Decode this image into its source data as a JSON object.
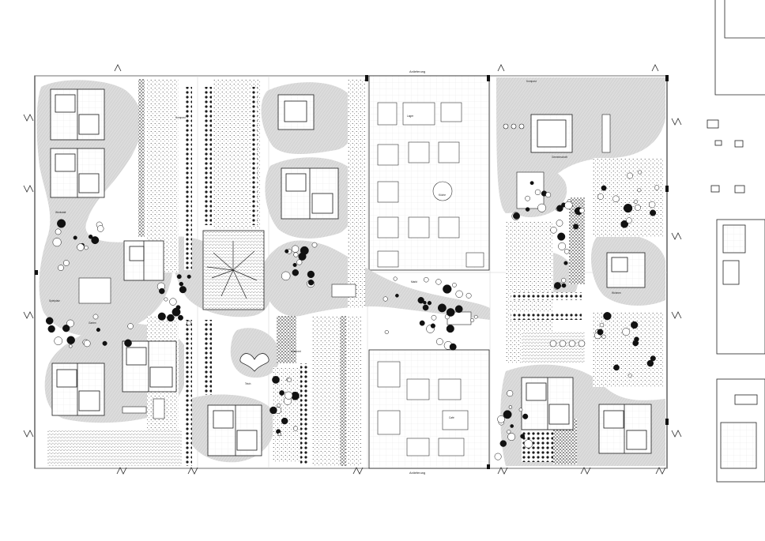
{
  "drawing": {
    "kind": "architectural site plan",
    "palette": {
      "ink": "#1a1a1a",
      "path_fill": "#d9d9d9",
      "paper": "#ffffff",
      "grid": "#c8c8c8"
    }
  },
  "labels": {
    "top_hall": "Anlieferung",
    "bottom_hall": "Anlieferung",
    "kompost_top": "Kompost",
    "kompost_right": "Kompost",
    "kompost_left": "Kompost",
    "werkstatt": "Werkstatt",
    "gemeinschaft": "Gemeinschaft",
    "lager": "Lager",
    "kueche": "Küche",
    "spielplatz": "Spielplatz",
    "garten": "Garten",
    "teich": "Teich",
    "cafe": "Café",
    "markt": "Markt",
    "wohnen": "Wohnen"
  },
  "icons": [
    "tree-icon",
    "shrub-icon",
    "table-icon",
    "bed-icon",
    "stair-icon"
  ]
}
